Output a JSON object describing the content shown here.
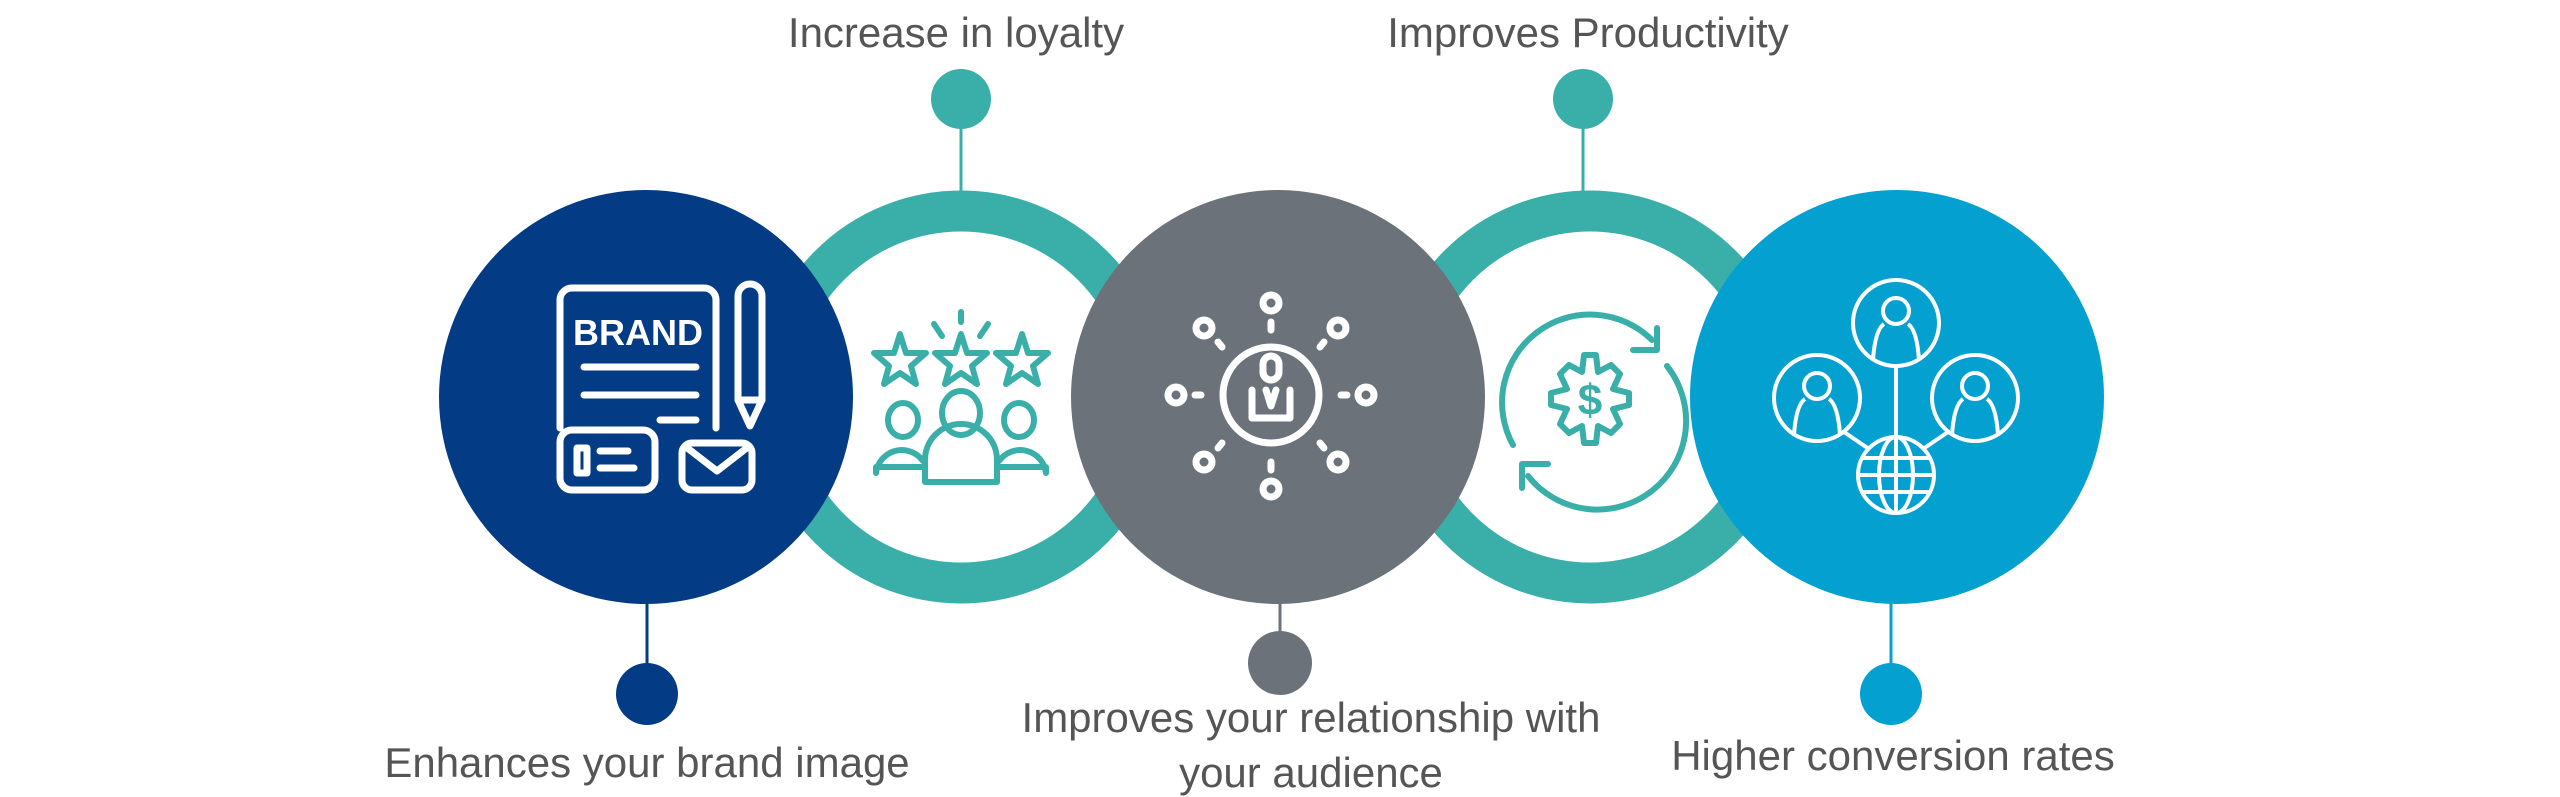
{
  "colors": {
    "navy": "#033b84",
    "teal": "#3aafa9",
    "gray": "#6b7279",
    "sky": "#03a0d0",
    "text": "#555555"
  },
  "steps": [
    {
      "label": "Enhances your brand image",
      "icon": "brand-icon",
      "icon_text": "BRAND",
      "position": "bottom"
    },
    {
      "label": "Increase in loyalty",
      "icon": "rated-people-icon",
      "position": "top"
    },
    {
      "label_line1": "Improves your relationship with",
      "label_line2": "your audience",
      "icon": "network-person-icon",
      "position": "bottom"
    },
    {
      "label": "Improves Productivity",
      "icon": "gear-dollar-cycle-icon",
      "position": "top"
    },
    {
      "label": "Higher conversion rates",
      "icon": "global-people-icon",
      "position": "bottom"
    }
  ]
}
